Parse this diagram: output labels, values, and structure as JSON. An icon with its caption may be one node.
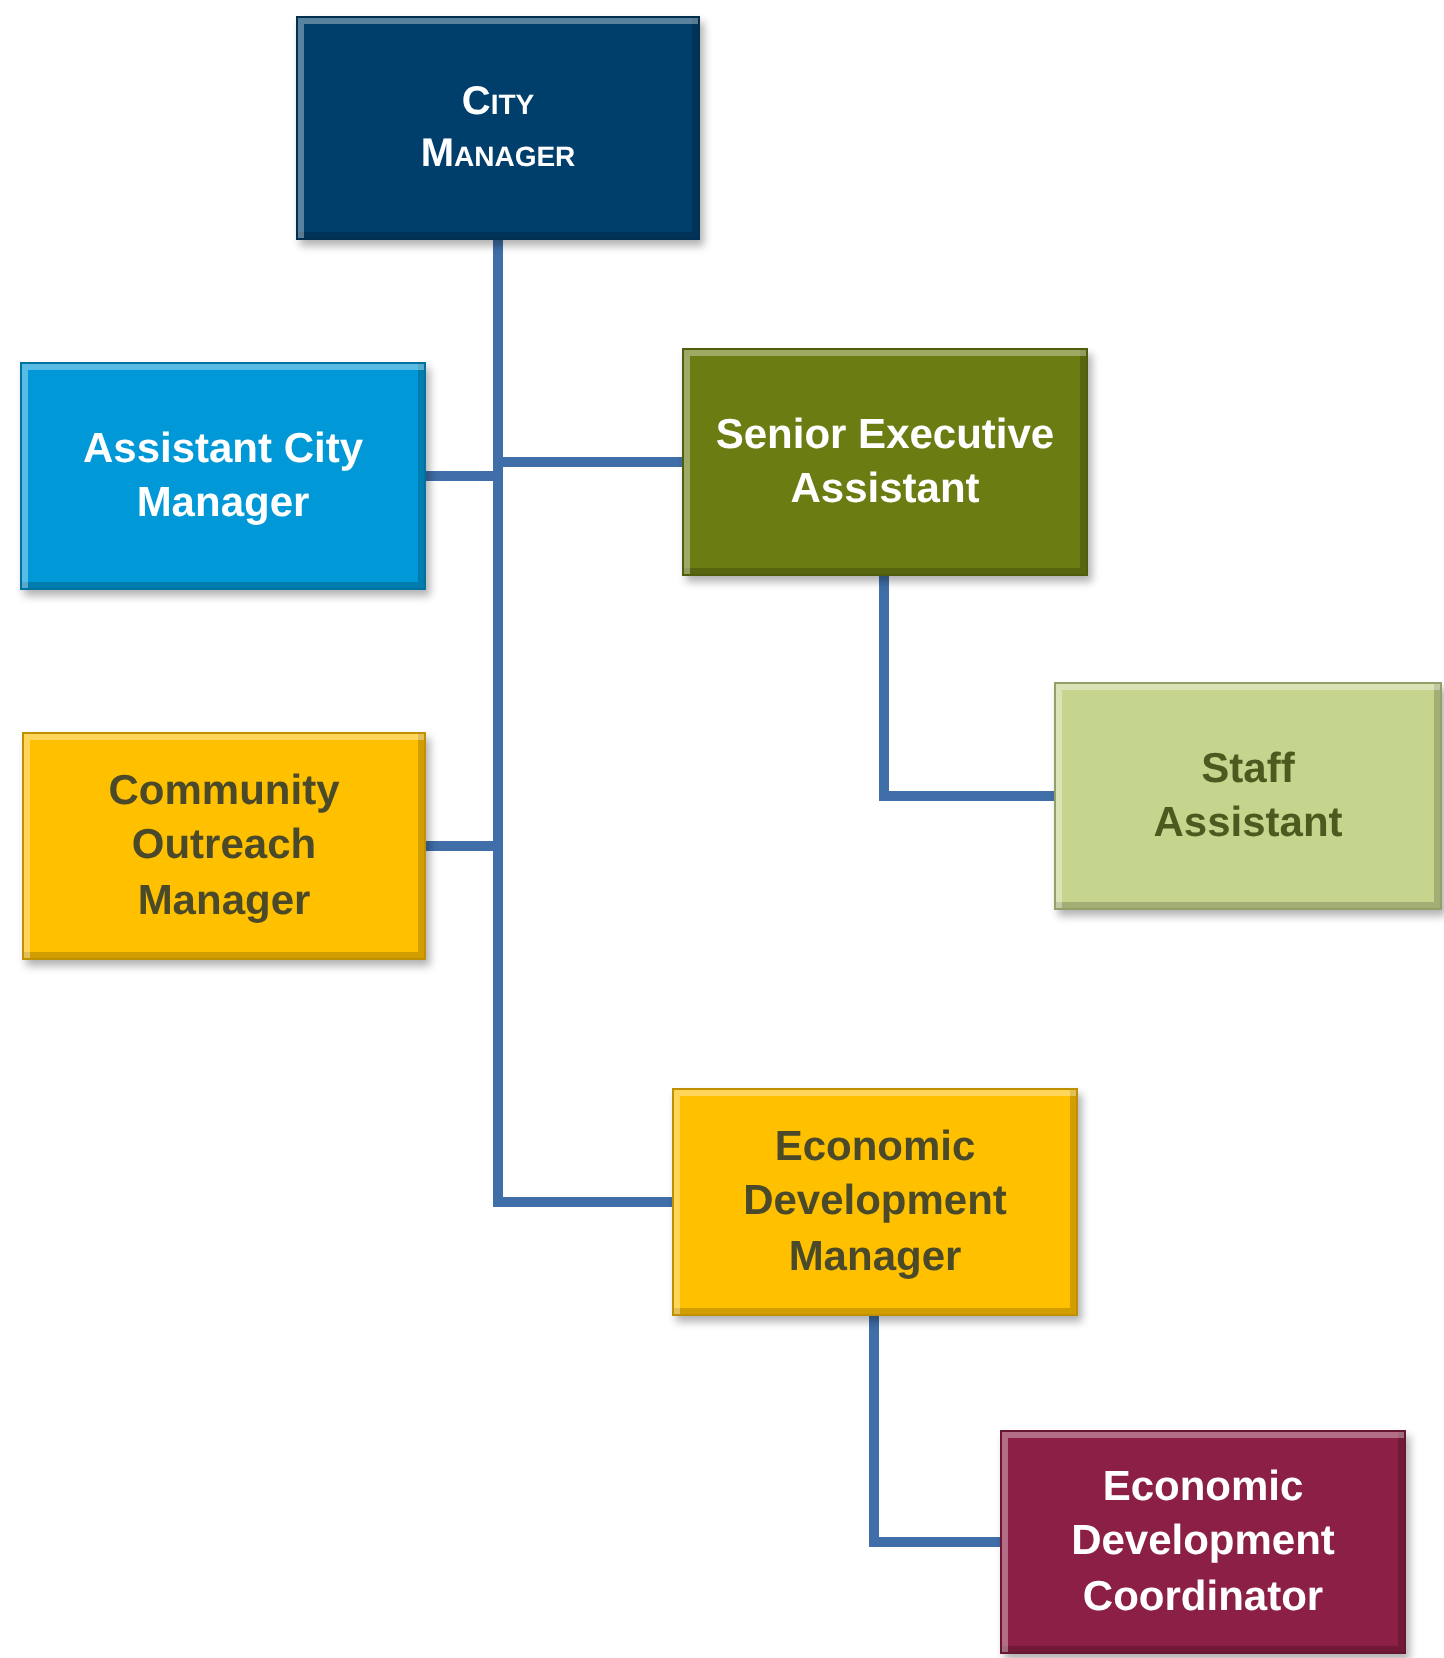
{
  "diagram": {
    "nodes": [
      {
        "text": [
          "City Manager"
        ]
      },
      {
        "text": [
          "Assistant City Manager"
        ]
      },
      {
        "text": [
          "Senior Executive Assistant"
        ]
      },
      {
        "text": [
          "Staff Assistant"
        ]
      },
      {
        "text": [
          "Community Outreach Manager"
        ]
      },
      {
        "text": [
          "Economic Development Manager"
        ]
      },
      {
        "text": [
          "Economic Development Coordinator"
        ]
      }
    ],
    "edges": [
      {
        "from": 0,
        "to": 1,
        "arrow": "none"
      },
      {
        "from": 0,
        "to": 2,
        "arrow": "none"
      },
      {
        "from": 0,
        "to": 4,
        "arrow": "none"
      },
      {
        "from": 0,
        "to": 5,
        "arrow": "none"
      },
      {
        "from": 2,
        "to": 3,
        "arrow": "none"
      },
      {
        "from": 5,
        "to": 6,
        "arrow": "none"
      }
    ]
  }
}
